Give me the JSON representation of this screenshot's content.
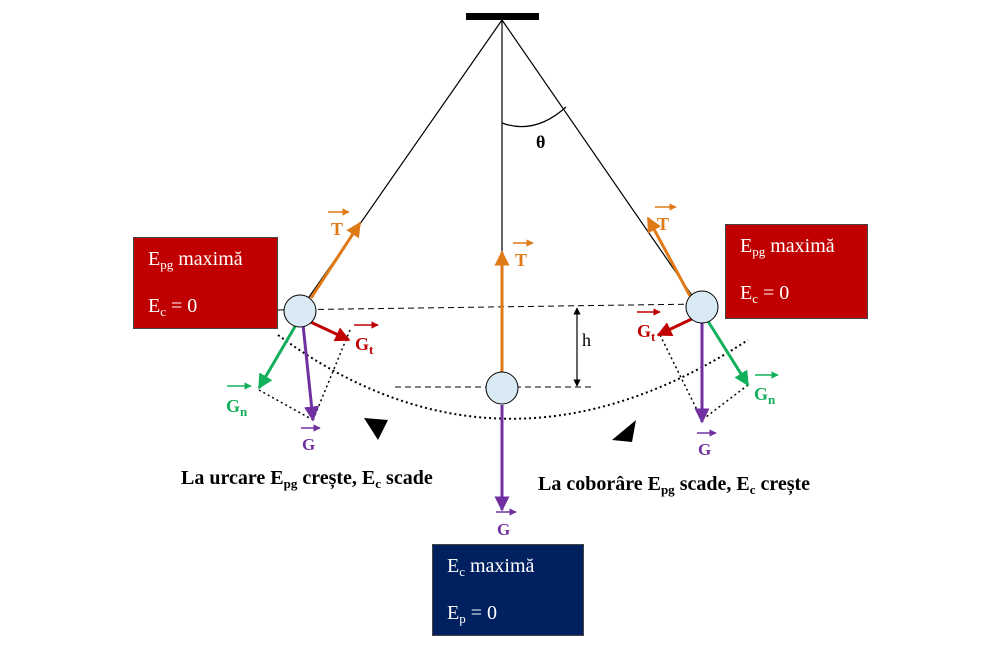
{
  "colors": {
    "tension": "#e07a17",
    "gravity": "#7030a0",
    "normal_component": "#12b05a",
    "tangential_component": "#c00000",
    "box_red": "#c00000",
    "box_navy": "#002060",
    "bob_fill": "#d9eaf5"
  },
  "labels": {
    "angle": "θ",
    "height": "h",
    "tension": "T",
    "gravity": "G",
    "g_normal": "G",
    "g_normal_sub": "n",
    "g_tangential": "G",
    "g_tangential_sub": "t"
  },
  "left_box": {
    "l1_pre": "E",
    "l1_sub": "pg",
    "l1_post": " maximă",
    "l2_pre": "E",
    "l2_sub": "c",
    "l2_post": " = 0"
  },
  "right_box": {
    "l1_pre": "E",
    "l1_sub": "pg",
    "l1_post": " maximă",
    "l2_pre": "E",
    "l2_sub": "c",
    "l2_post": " = 0"
  },
  "bottom_box": {
    "l1_pre": "E",
    "l1_sub": "c",
    "l1_post": " maximă",
    "l2_pre": "E",
    "l2_sub": "p",
    "l2_post": " = 0"
  },
  "captions": {
    "up": {
      "pre": "La urcare E",
      "sub1": "pg",
      "mid": " crește, E",
      "sub2": "c",
      "post": " scade"
    },
    "down": {
      "pre": "La coborâre E",
      "sub1": "pg",
      "mid": " scade, E",
      "sub2": "c",
      "post": " crește"
    }
  }
}
